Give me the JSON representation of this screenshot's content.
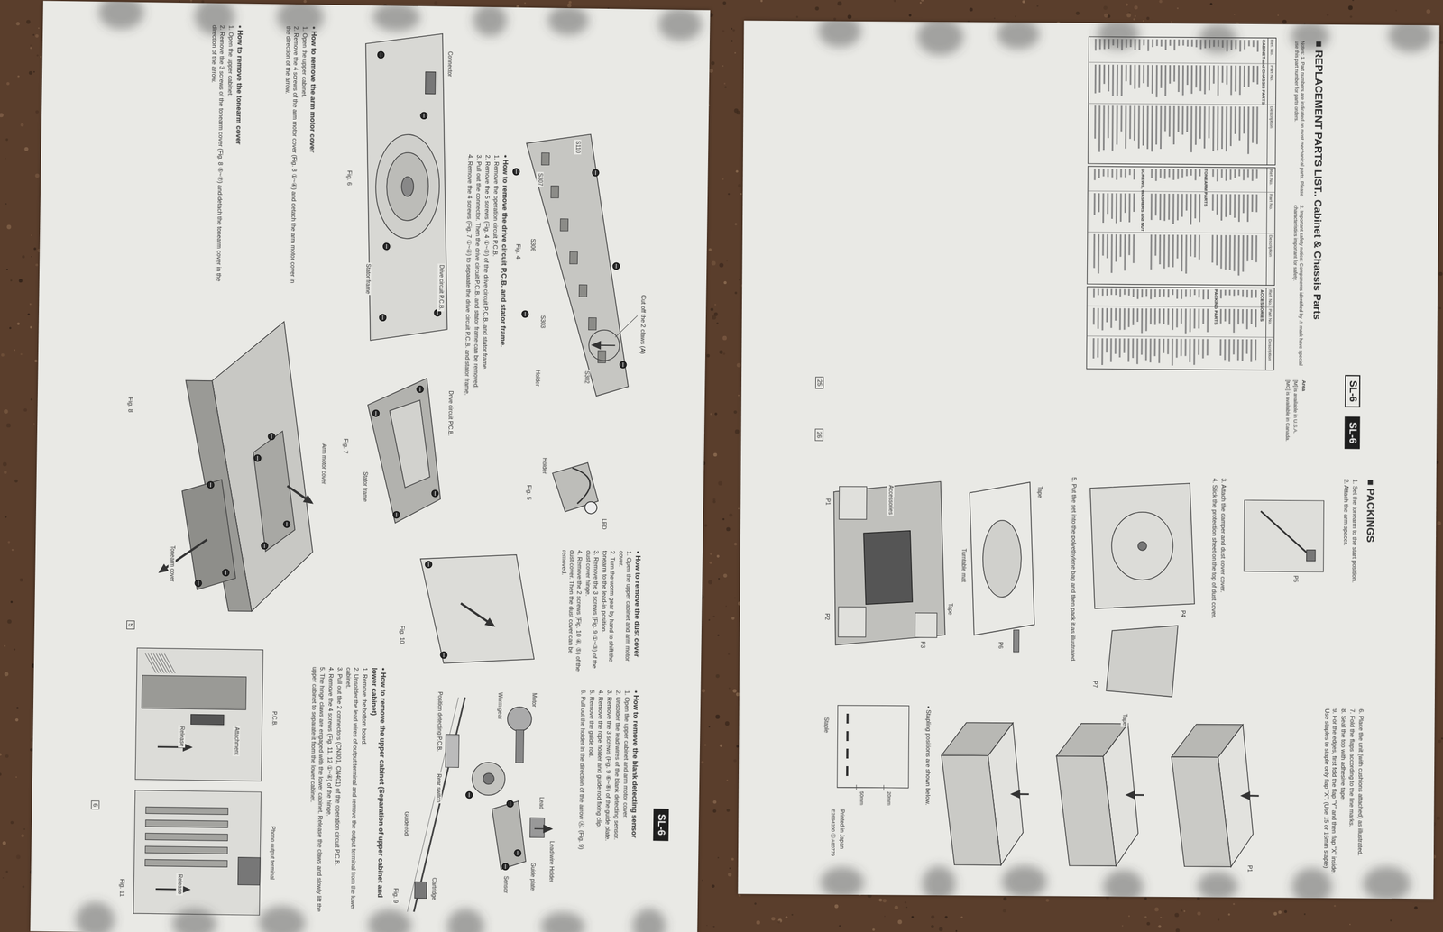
{
  "diagram": {
    "nodes": [
      {
        "text": [
          "SL-6"
        ]
      },
      {
        "text": [
          "5"
        ]
      },
      {
        "text": [
          "6"
        ]
      },
      {
        "text": [
          "SL-6"
        ]
      },
      {
        "text": [
          "SL-6"
        ]
      },
      {
        "text": [
          "25"
        ]
      },
      {
        "text": [
          "26"
        ]
      }
    ],
    "labels": [
      "Cut off the 2 claws (A)",
      "S110",
      "S307",
      "S306",
      "S303",
      "S302",
      "Holder",
      "Fig. 4",
      "LED",
      "Holder",
      "Fig. 5",
      "• How to remove the drive circuit P.C.B. and stator frame.",
      "1. Remove the operation circuit P.C.B.",
      "2. Remove the 5 screws (Fig. 4 ①~⑤) of the drive circuit P.C.B. and stator frame.",
      "3. Pull out the connector. Then the drive circuit P.C.B. and stator frame can be removed.",
      "4. Remove the 4 screws (Fig. 7 ①~④) to separate the drive circuit P.C.B. and stator frame.",
      "Connector",
      "Drive circuit P.C.B.",
      "Stator frame",
      "Fig. 6",
      "Drive circuit P.C.B.",
      "Stator frame",
      "Fig. 7",
      "• How to remove the arm motor cover",
      "1. Open the upper cabinet.",
      "2. Remove the 4 screws of the arm motor cover (Fig. 8 ①~④) and detach the arm motor cover in the direction of the arrow.",
      "• How to remove the tonearm cover",
      "1. Open the upper cabinet.",
      "2. Remove the 3 screws of the tonearm cover (Fig. 8 ⑤~⑦) and detach the tonearm cover in the direction of the arrow.",
      "Arm motor cover",
      "Tonearm cover",
      "Fig. 8",
      "• How to remove the dust cover",
      "1. Open the upper cabinet and arm motor cover.",
      "2. Turn the worm gear by hand to shift the tonearm to the lead-in position.",
      "3. Remove the 3 screws (Fig. 9 ①~③) of the dust cover hinge.",
      "4. Remove the 2 screws (Fig. 10 ④, ⑤) of the dust cover. Then the dust cover can be removed.",
      "• How to remove the blank detecting sensor",
      "1. Open the upper cabinet and arm motor cover.",
      "2. Unsolder the lead wires of the blank detecting sensor.",
      "3. Remove the 3 screws (Fig. 9 ⑥~⑧) of the guide plate.",
      "4. Remove the rope holder and guide rod fixing clip.",
      "5. Remove the guide rod.",
      "6. Pull out the holder in the direction of the arrow Ⓐ. (Fig. 9)",
      "Lead wire Holder",
      "Lead",
      "Motor",
      "Worm gear",
      "Position detecting P.C.B.",
      "Rear switch",
      "Sensor",
      "Guide plate",
      "Guide rod",
      "Cartridge",
      "Fig. 9",
      "Fig. 10",
      "• How to remove the upper cabinet (Separation of upper cabinet and lower cabinet)",
      "1. Remove the bottom board.",
      "2. Unsolder the lead wires of output terminal and remove the output terminal from the lower cabinet.",
      "3. Pull out the 2 connectors (CN301, CN401) of the operation circuit P.C.B.",
      "4. Remove the 4 screws (Fig. 11, 12 ①~④) of the hinge.",
      "5. The hinge claws are engaged with the lower cabinet. Release the claws and slowly lift the upper cabinet to separate it from the lower cabinet.",
      "P.C.B.",
      "Attachment",
      "Release",
      "Phono output terminal",
      "Release",
      "Fig. 11",
      "■ REPLACEMENT PARTS LIST.. Cabinet & Chassis Parts",
      "Notes: 1. Part numbers are indicated on most mechanical parts. Please use this part number for parts orders.",
      "2. Important safety notice: Components identified by ⚠ mark have special characteristics important for safety.",
      "Area",
      "[M] is available in U.S.A.",
      "[MC] is available in Canada.",
      "Ref. No.",
      "Part No.",
      "Description",
      "CABINET and CHASSIS PARTS",
      "Ref. No.",
      "Part No.",
      "Description",
      "TONEARM PARTS",
      "SCREWS, WASHERS and NUT",
      "Ref. No.",
      "Part No.",
      "Description",
      "ACCESSORIES",
      "PACKING PARTS",
      "■ PACKINGS",
      "1. Set the tonearm to the start position.",
      "2. Attach the arm spacer.",
      "P5",
      "3. Attach the damper and dust cover cover.",
      "4. Stick the protection sheet on the top of dust cover.",
      "P4",
      "P7",
      "5. Put the set into the polyethylene bag and then pack it as illustrated.",
      "Tape",
      "Turntable mat",
      "P6",
      "Tape",
      "Accessories",
      "P3",
      "P2",
      "P1",
      "6. Place the unit (with cushions attached) as illustrated.",
      "7. Fold the flaps according to the line marks.",
      "8. Seal the top with adhesive tape.",
      "9. For the edges, first fold the flap \"Y\" and then flap \"X\" inside. Use staples to staple only flap \"X\". (Use 15 or 16mm staple)",
      "P1",
      "Tape",
      "• Stapling positions are shown below.",
      "Staple",
      "20mm",
      "50mm",
      "Printed in Japan",
      "E2694200 Ⓢ A80779"
    ]
  }
}
